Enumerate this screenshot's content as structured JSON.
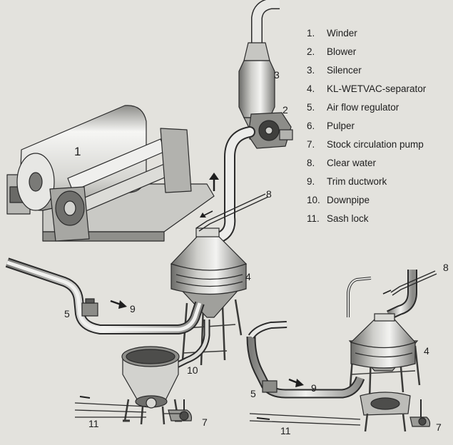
{
  "legend": [
    {
      "num": "1.",
      "label": "Winder"
    },
    {
      "num": "2.",
      "label": "Blower"
    },
    {
      "num": "3.",
      "label": "Silencer"
    },
    {
      "num": "4.",
      "label": "KL-WETVAC-separator"
    },
    {
      "num": "5.",
      "label": "Air flow regulator"
    },
    {
      "num": "6.",
      "label": "Pulper"
    },
    {
      "num": "7.",
      "label": "Stock circulation pump"
    },
    {
      "num": "8.",
      "label": "Clear water"
    },
    {
      "num": "9.",
      "label": "Trim ductwork"
    },
    {
      "num": "10.",
      "label": "Downpipe"
    },
    {
      "num": "11.",
      "label": "Sash lock"
    }
  ],
  "callouts": {
    "winder": "1",
    "blower": "2",
    "silencer": "3",
    "separator_left": "4",
    "separator_right": "4",
    "regulator_left": "5",
    "regulator_right": "5",
    "water_left": "8",
    "water_right": "8",
    "trim_left": "9",
    "trim_right": "9",
    "downpipe": "10",
    "pump_left": "7",
    "pump_right": "7",
    "sash_left": "11",
    "sash_right": "11"
  },
  "colors": {
    "background": "#e3e2dd",
    "line": "#2a2a2a",
    "equipment_light": "#f4f4f2",
    "equipment_mid": "#b9b9b5",
    "equipment_dark": "#5a5a58"
  }
}
